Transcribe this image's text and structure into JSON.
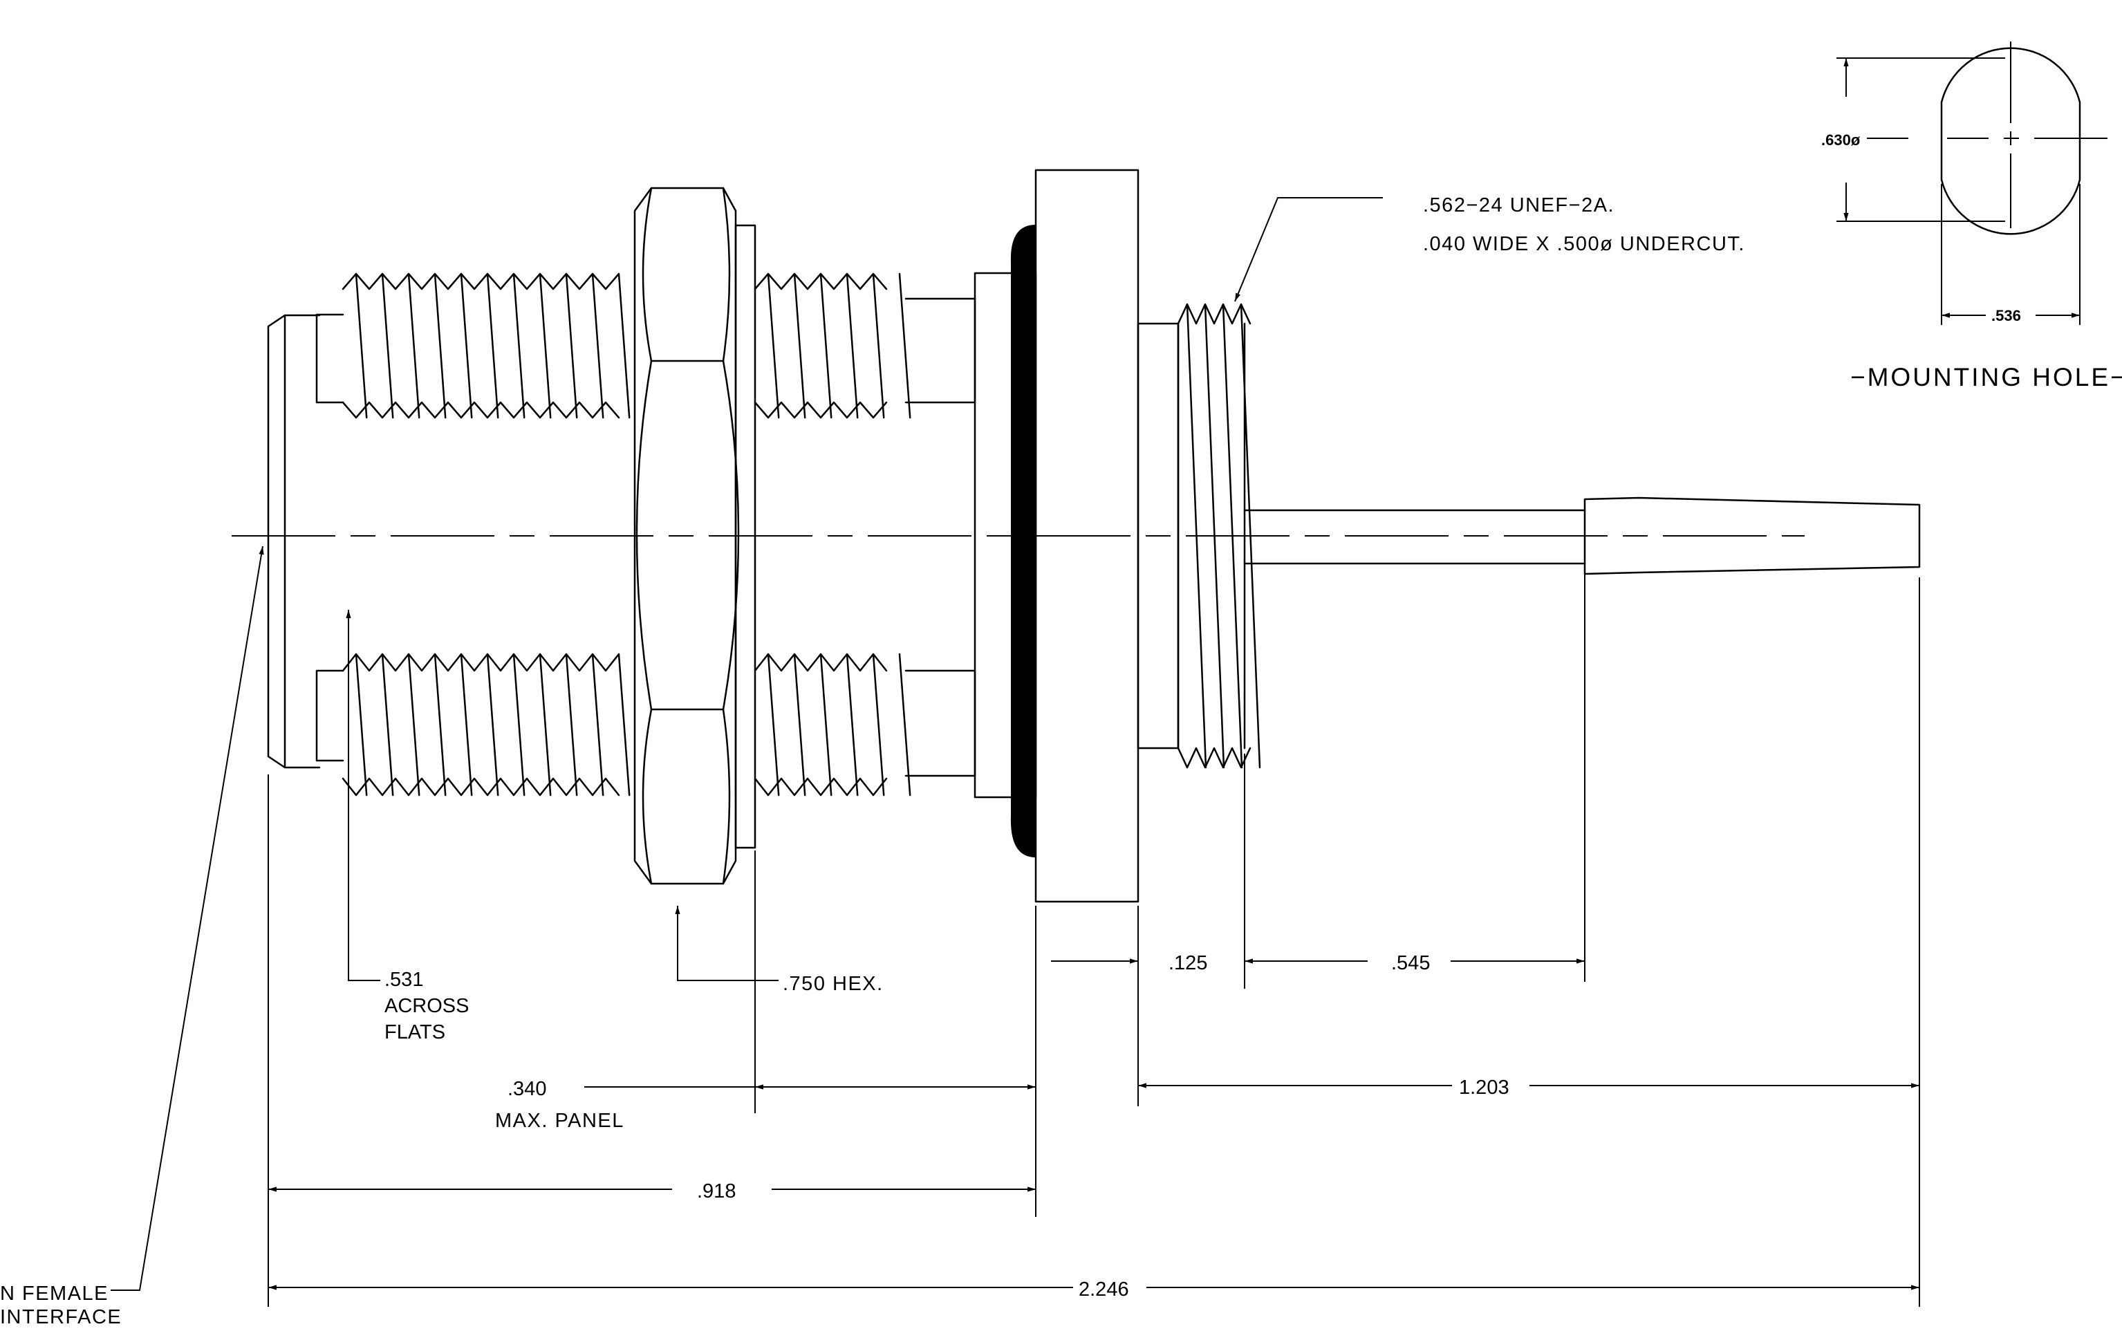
{
  "colors": {
    "line": "#000000",
    "background": "#ffffff"
  },
  "notes": {
    "thread_spec": ".562−24 UNEF−2A.",
    "undercut": ".040 WIDE X .500ø UNDERCUT.",
    "interface_line1": "N FEMALE",
    "interface_line2": "INTERFACE",
    "across_flats_value": ".531",
    "across_flats_line2": "ACROSS",
    "across_flats_line3": "FLATS",
    "hex": ".750 HEX.",
    "panel_value": ".340",
    "panel_note": "MAX. PANEL"
  },
  "dimensions": {
    "flange": ".125",
    "thread_to_pin": ".545",
    "rear_length": "1.203",
    "front_length": ".918",
    "overall_length": "2.246"
  },
  "mounting_hole": {
    "title": "−MOUNTING HOLE−",
    "diameter": ".630ø",
    "flat_width": ".536"
  }
}
